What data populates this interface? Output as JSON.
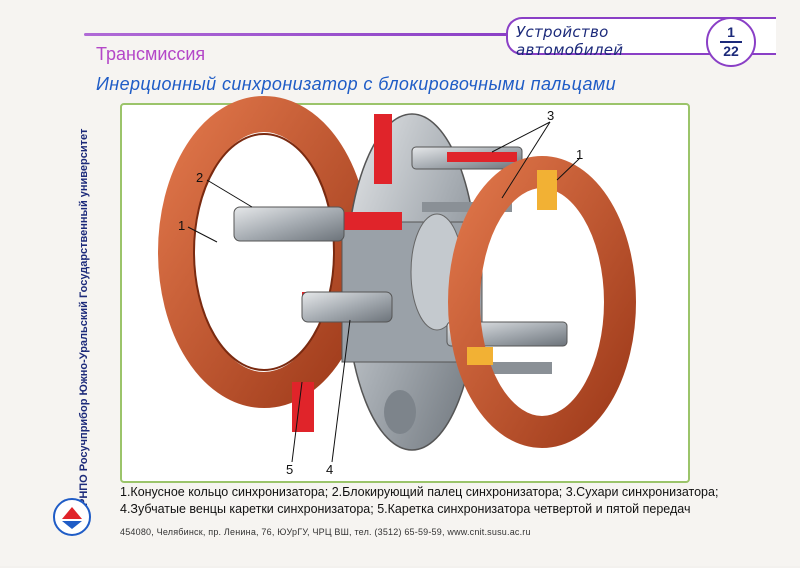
{
  "header": {
    "course_title": "Устройство автомобилей",
    "page_number": "1",
    "page_sub": "22"
  },
  "section_title": "Трансмиссия",
  "diagram_title": "Инерционный синхронизатор с блокировочными пальцами",
  "callouts": [
    "1",
    "2",
    "3",
    "1",
    "5",
    "4"
  ],
  "caption": {
    "line1": "1.Конусное кольцо синхронизатора; 2.Блокирующий палец синхронизатора; 3.Сухари синхронизатора;",
    "line2": "4.Зубчатые венцы каретки синхронизатора; 5.Каретка синхронизатора четвертой и пятой передач"
  },
  "side_text": "РНПО Росучприбор   Южно-Уральский Государственный университет",
  "footer": "454080, Челябинск, пр. Ленина, 76, ЮУрГУ, ЧРЦ ВШ, тел. (3512) 65-59-59, www.cnit.susu.ac.ru",
  "colors": {
    "accent": "#8a3fc6",
    "title_blue": "#1f5cc6",
    "section_pink": "#b447c8",
    "frame_green": "#9bc46a",
    "ring_orange": "#c8532a",
    "highlight_red": "#e0242a"
  }
}
